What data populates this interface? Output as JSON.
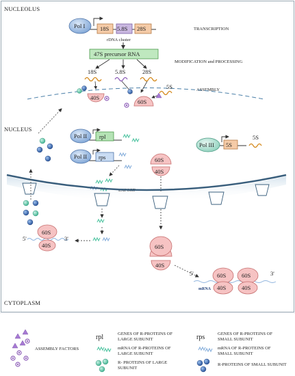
{
  "regions": {
    "nucleolus": "NUCLEOLUS",
    "nucleus": "NUCLEUS",
    "cytoplasm": "CYTOPLASM"
  },
  "steps": {
    "transcription": "TRANSCRIPTION",
    "modification": "MODIFICATION and PROCESSING",
    "assembly": "ASSEMBLY",
    "export": "EXPORT"
  },
  "nucleolus": {
    "pol1": "Pol I",
    "genes": [
      "18S",
      "5.8S",
      "28S"
    ],
    "cluster_label": "rDNA cluster",
    "precursor": "47S precursor RNA",
    "processed": [
      "18S",
      "5.8S",
      "28S",
      "5S"
    ],
    "sub40": "40S",
    "sub60": "60S"
  },
  "nucleus": {
    "pol2_a": "Pol II",
    "gene_rpl": "rpl",
    "pol2_b": "Pol II",
    "gene_rps": "rps",
    "pol3": "Pol III",
    "gene_5s": "5S",
    "product_5s": "5S",
    "sub60": "60S",
    "sub40": "40S"
  },
  "cytoplasm": {
    "left_60s": "60S",
    "left_40s": "40S",
    "five_prime": "5'",
    "three_prime": "3'",
    "mid_60s": "60S",
    "mid_40s": "40S",
    "mrna_5": "5'",
    "mrna_3": "3'",
    "mrna_label": "mRNA",
    "poly": [
      {
        "large": "60S",
        "small": "40S"
      },
      {
        "large": "60S",
        "small": "40S"
      }
    ]
  },
  "legend": {
    "assembly_factors": "ASSEMBLY FACTORS",
    "rpl_symbol": "rpl",
    "rpl_text": "GENES OF R-PROTEINS OF LARGE SUBUNIT",
    "rps_symbol": "rps",
    "rps_text": "GENES OF R-PROTEINS OF SMALL SUBUNIT",
    "mrna_large": "mRNA OF R-PROTEINS OF LARGE SUBUNIT",
    "mrna_small": "mRNA OF R-PROTEINS OF SMALL SUBUNIT",
    "prot_large": "R- PROTEINS OF LARGE SUBUNIT",
    "prot_small": "R-PROTEINS OF SMALL SUBUNIT"
  },
  "colors": {
    "pol_blue": "#8fb3dc",
    "pol_teal": "#9fd8c8",
    "gene_orange": "#f5cba7",
    "gene_purple": "#c9b7e0",
    "gene_green": "#b5e3b5",
    "precursor_green": "#bfe8bf",
    "subunit_pink": "#f6c3c3",
    "membrane": "#3a5f7d",
    "protein_large": "#5cc8a8",
    "protein_small": "#3b6fb6",
    "factor_purple": "#8e5fb8",
    "mrna_orange": "#d4891b"
  }
}
